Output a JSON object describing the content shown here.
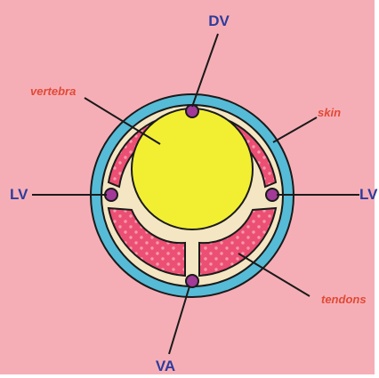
{
  "labels": {
    "dorsal_vessel": "DV",
    "ventral_vessel": "VA",
    "lateral_vessel_left": "LV",
    "lateral_vessel_right": "LV",
    "vertebra": "vertebra",
    "skin": "skin",
    "tendons": "tendons"
  },
  "colors": {
    "background": "#f6aeb6",
    "skin": "#56bbd6",
    "outline": "#1a1a1a",
    "tendon_tissue": "#ec4f74",
    "tendon_dots": "#f59aaa",
    "connective": "#f4e6c2",
    "vertebra": "#f2ef33",
    "vessel": "#a23a98",
    "vessel_label": "#2e3c9c",
    "tissue_label": "#e04a36"
  },
  "icons": {
    "vessel_node": "filled-circle"
  }
}
